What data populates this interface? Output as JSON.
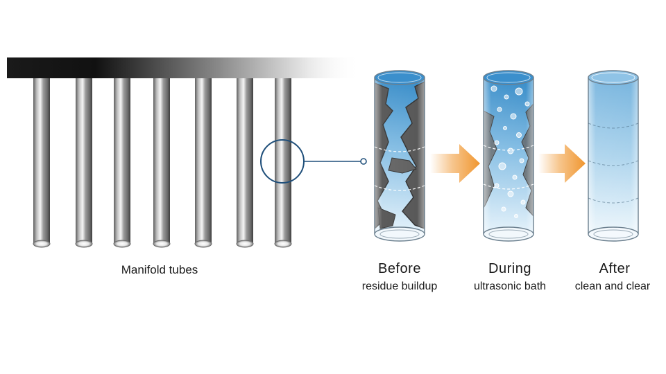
{
  "manifold": {
    "label": "Manifold tubes",
    "tube_count": 7,
    "colors": {
      "header_dark": "#111111",
      "tube_metal_dark": "#6e6e6e",
      "tube_metal_light": "#f2f2f2",
      "magnifier_ring": "#1f4f7a"
    }
  },
  "stages": [
    {
      "id": "before",
      "title": "Before",
      "subtitle": "residue buildup",
      "residue": "heavy"
    },
    {
      "id": "during",
      "title": "During",
      "subtitle": "ultrasonic bath",
      "residue": "light-with-bubbles"
    },
    {
      "id": "after",
      "title": "After",
      "subtitle": "clean and clear",
      "residue": "none"
    }
  ],
  "arrows": {
    "color": "#f0962f",
    "count": 2
  },
  "colors": {
    "liquid_top": "#2a84c4",
    "liquid_bottom": "#e6f3fb",
    "residue": "#4a4a4a",
    "residue_edge": "#2a2a2a",
    "glass_outline": "#6b7f8e"
  }
}
